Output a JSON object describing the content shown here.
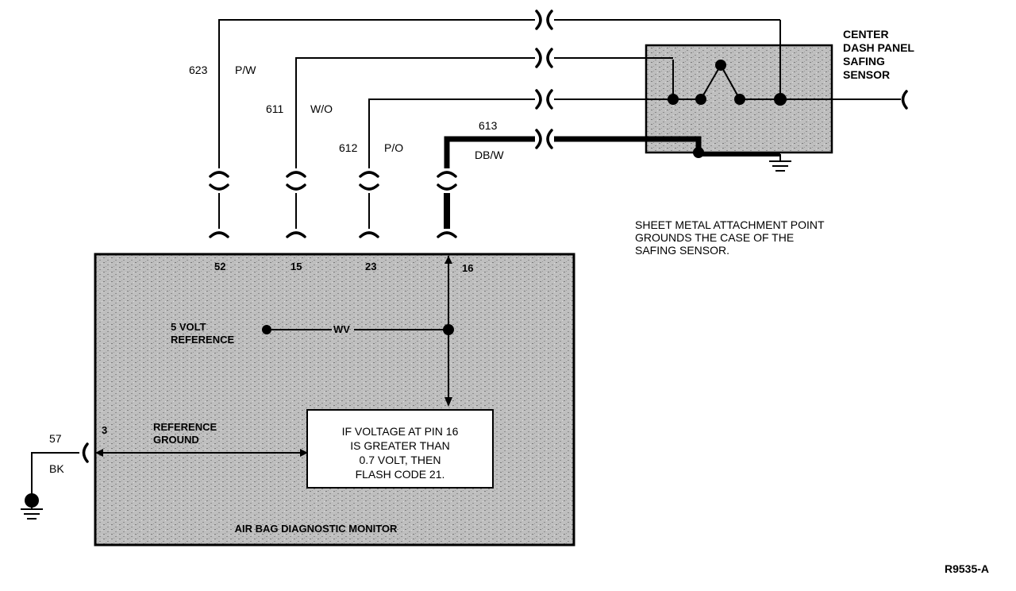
{
  "title": "",
  "figure_id": "R9535-A",
  "sensor": {
    "label_lines": [
      "CENTER",
      "DASH PANEL",
      "SAFING",
      "SENSOR"
    ]
  },
  "note": {
    "lines": [
      "SHEET METAL ATTACHMENT POINT",
      "GROUNDS THE CASE OF THE",
      "SAFING SENSOR."
    ]
  },
  "circuits": [
    {
      "number": "623",
      "color": "P/W"
    },
    {
      "number": "611",
      "color": "W/O"
    },
    {
      "number": "612",
      "color": "P/O"
    },
    {
      "number": "613",
      "color": "DB/W"
    }
  ],
  "monitor": {
    "name": "AIR BAG DIAGNOSTIC MONITOR",
    "pins": [
      "52",
      "15",
      "23",
      "16"
    ],
    "reference_voltage_lines": [
      "5 VOLT",
      "REFERENCE"
    ],
    "reference_ground_lines": [
      "REFERENCE",
      "GROUND"
    ],
    "resistor_symbol": "WV",
    "logic_box_lines": [
      "IF VOLTAGE AT PIN 16",
      "IS GREATER THAN",
      "0.7 VOLT, THEN",
      "FLASH CODE 21."
    ]
  },
  "ground_circuit": {
    "number": "57",
    "color": "BK",
    "pin": "3"
  }
}
